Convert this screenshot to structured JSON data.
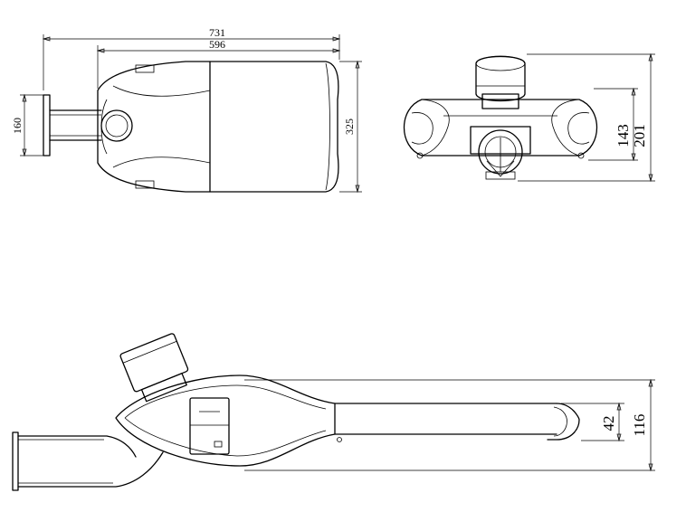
{
  "dimensions": {
    "top_view": {
      "overall_length": "731",
      "body_length": "596",
      "inlet_diameter": "160",
      "body_width": "325"
    },
    "front_view": {
      "inner_height": "143",
      "overall_height": "201"
    },
    "side_view": {
      "arm_thickness": "42",
      "body_height": "116"
    }
  },
  "colors": {
    "line": "#000000",
    "background": "#ffffff"
  }
}
